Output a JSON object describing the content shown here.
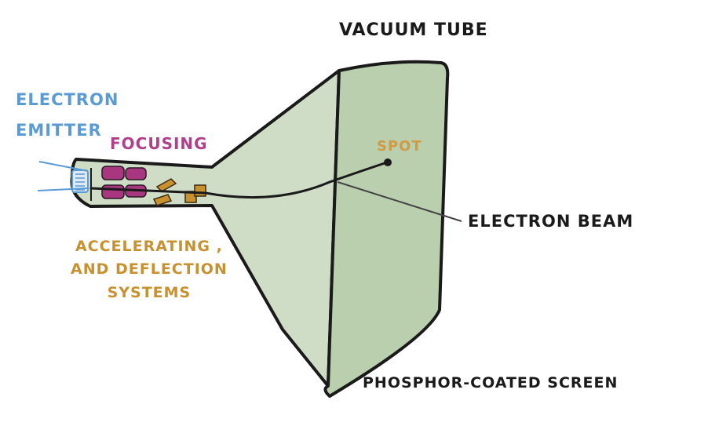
{
  "labels": {
    "vacuum_tube": "Vacuum Tube",
    "electron_emitter": [
      "Electron",
      "Emitter"
    ],
    "focusing": "Focusing",
    "spot": "Spot",
    "electron_beam": "Electron Beam",
    "accelerating": [
      "Accelerating ,",
      "And Deflection",
      "Systems"
    ],
    "phosphor_screen": "Phosphor-Coated Screen"
  },
  "colors": {
    "tube_fill": "#c9d8c0",
    "outline": "#1a1a1a",
    "emitter_blue": "#5b9bd5",
    "focusing_magenta": "#a8377f",
    "accel_gold": "#c8912f",
    "spot_orange": "#d19a45"
  }
}
